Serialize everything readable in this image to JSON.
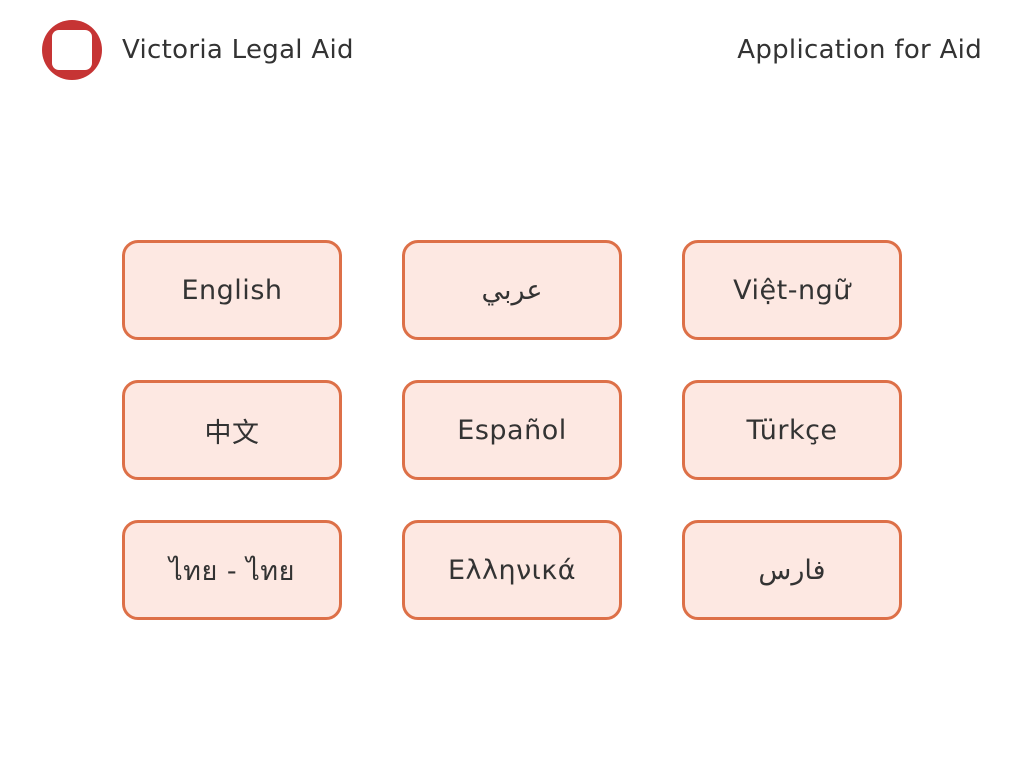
{
  "header": {
    "brand": "Victoria Legal Aid",
    "title": "Application for Aid",
    "logo_icon": "logo-icon",
    "logo_color": "#c63434"
  },
  "languages": [
    {
      "label": "English"
    },
    {
      "label": "عربي"
    },
    {
      "label": "Việt-ngữ"
    },
    {
      "label": "中文"
    },
    {
      "label": "Español"
    },
    {
      "label": "Türkçe"
    },
    {
      "label": "ไทย - ไทย"
    },
    {
      "label": "Ελληνικά"
    },
    {
      "label": "فارس"
    }
  ],
  "colors": {
    "button_border": "#dd7048",
    "button_fill": "#fde8e2",
    "text": "#333333"
  }
}
